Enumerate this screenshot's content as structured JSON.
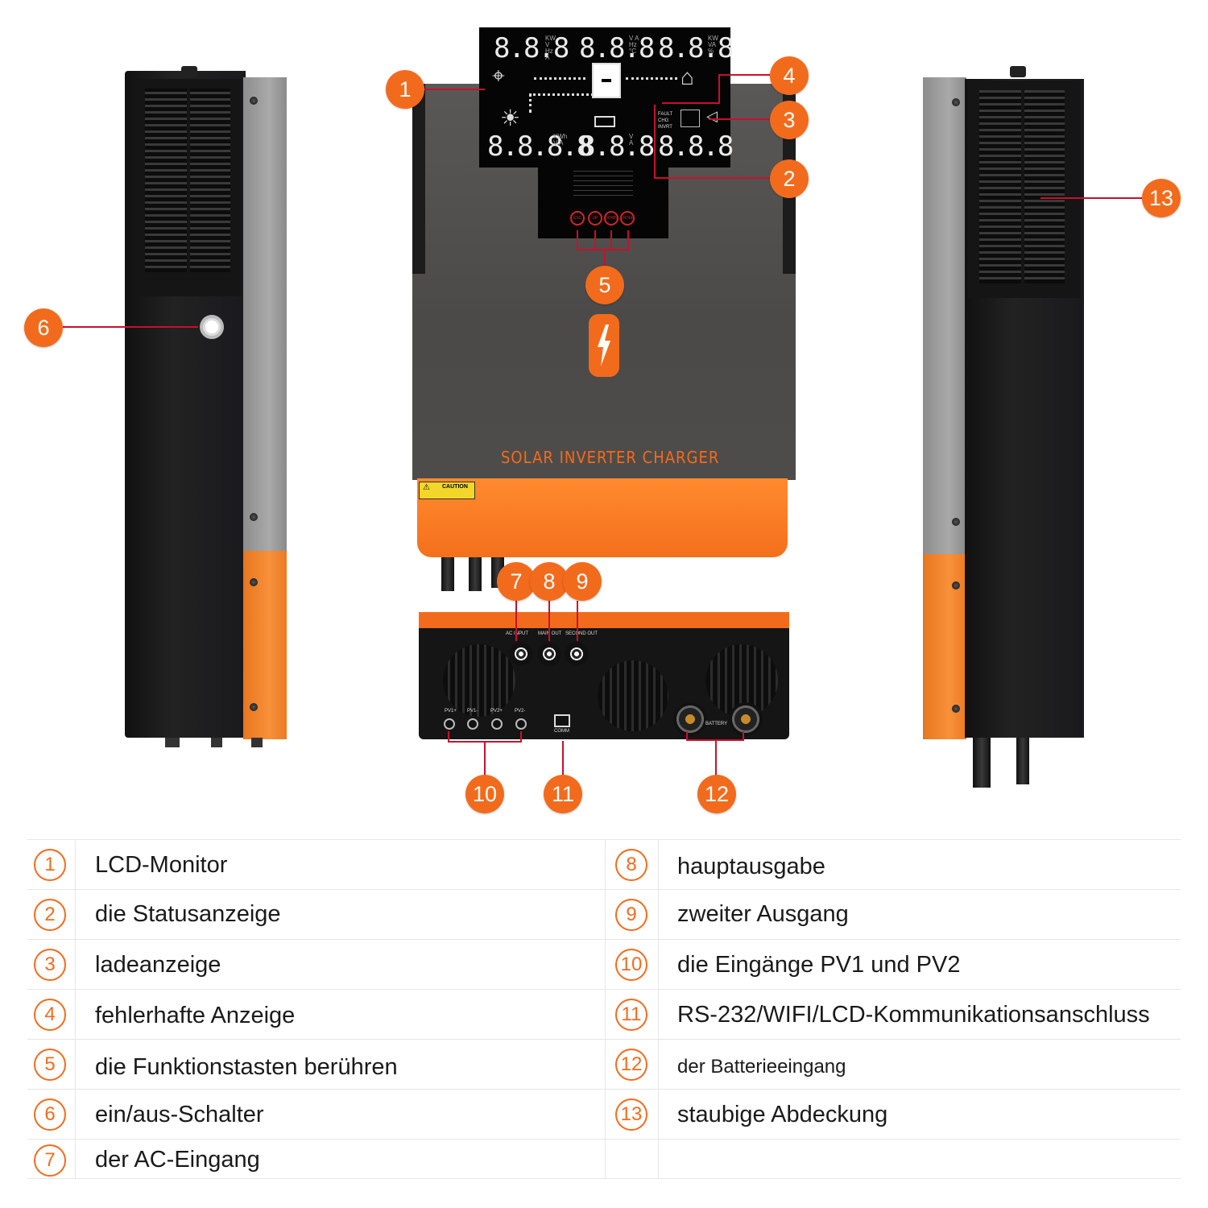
{
  "lcd": {
    "top_left": "8.8.8",
    "top_mid": "8.8.8",
    "top_right": "8.8.8",
    "bot_left": "8.8.8.8",
    "bot_mid": "8.8.8",
    "bot_right": "8.8.8",
    "unit_tl": "KW V Hz A",
    "unit_tm": "V A Hz °C",
    "unit_tr": "KW VA %",
    "unit_bl": "KWh V A",
    "unit_bm": "V A",
    "unit_br": "",
    "status_fault": "FAULT",
    "status_chg": "CHG",
    "status_invrt": "INVRT"
  },
  "buttons": [
    "ESC",
    "UP",
    "DOWN",
    "ENTER"
  ],
  "brand_text": "SOLAR INVERTER CHARGER",
  "caution_label": "CAUTION",
  "bottom_labels": {
    "ac_in": "AC INPUT",
    "main_out": "MAIN OUT",
    "second_out": "SECOND OUT",
    "pv": [
      "PV1+",
      "PV1-",
      "PV2+",
      "PV2-"
    ],
    "comm": "COMM",
    "battery": "BATTERY"
  },
  "callouts": [
    "1",
    "2",
    "3",
    "4",
    "5",
    "6",
    "7",
    "8",
    "9",
    "10",
    "11",
    "12",
    "13"
  ],
  "legend": {
    "left": [
      {
        "num": "1",
        "text": "LCD-Monitor"
      },
      {
        "num": "2",
        "text": "die Statusanzeige"
      },
      {
        "num": "3",
        "text": "ladeanzeige"
      },
      {
        "num": "4",
        "text": "fehlerhafte Anzeige"
      },
      {
        "num": "5",
        "text": "die Funktionstasten berühren"
      },
      {
        "num": "6",
        "text": "ein/aus-Schalter"
      },
      {
        "num": "7",
        "text": "der AC-Eingang"
      }
    ],
    "right": [
      {
        "num": "8",
        "text": "hauptausgabe"
      },
      {
        "num": "9",
        "text": "zweiter Ausgang"
      },
      {
        "num": "10",
        "text": "die Eingänge PV1 und PV2"
      },
      {
        "num": "11",
        "text": "RS-232/WIFI/LCD-Kommunikationsanschluss"
      },
      {
        "num": "12",
        "text": "der Batterieeingang"
      },
      {
        "num": "13",
        "text": "staubige Abdeckung"
      }
    ]
  },
  "colors": {
    "accent": "#f26b1d",
    "leader": "#c8102e",
    "unit_gray": "#4b4a48"
  }
}
